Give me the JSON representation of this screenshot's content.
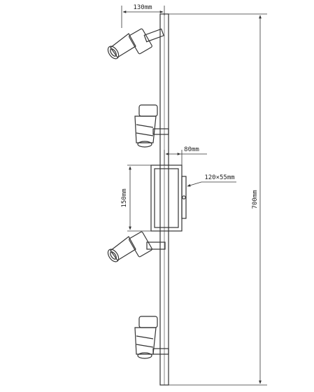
{
  "dimensions": {
    "arm_width": "130mm",
    "back_plate_depth": "80mm",
    "mount_plate_size": "120×55mm",
    "mount_height": "150mm",
    "total_length": "700mm"
  },
  "spotlights": [
    {
      "id": 1,
      "orientation": "angled-left"
    },
    {
      "id": 2,
      "orientation": "facing-down"
    },
    {
      "id": 3,
      "orientation": "angled-left"
    },
    {
      "id": 4,
      "orientation": "facing-down"
    }
  ],
  "colors": {
    "line": "#333333",
    "background": "#ffffff"
  }
}
